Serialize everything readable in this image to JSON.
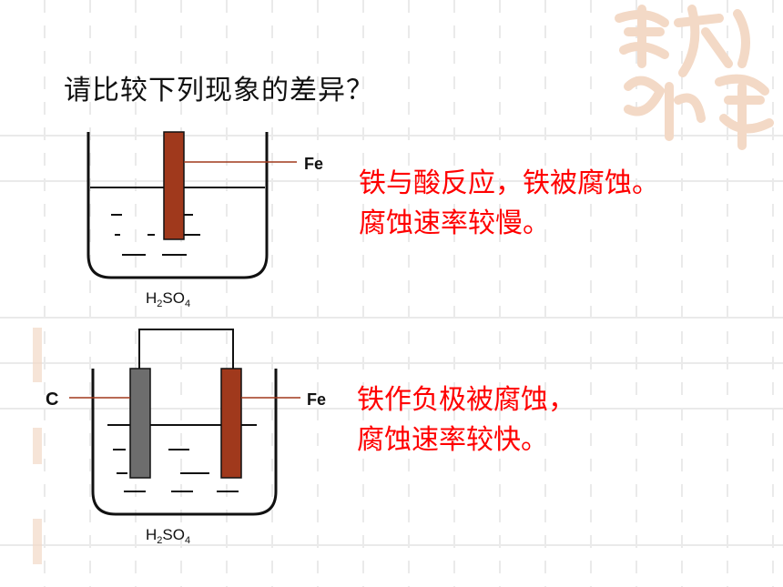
{
  "title": "请比较下列现象的差异？",
  "top_experiment": {
    "electrode_label": "Fe",
    "electrolyte_label": "H2SO4",
    "caption_line1": "铁与酸反应，铁被腐蚀。",
    "caption_line2": "腐蚀速率较慢。"
  },
  "bottom_experiment": {
    "left_electrode_label": "C",
    "right_electrode_label": "Fe",
    "electrolyte_label": "H2SO4",
    "caption_line1": "铁作负极被腐蚀，",
    "caption_line2": "腐蚀速率较快。"
  },
  "colors": {
    "caption": "#ff0000",
    "iron": "#a0391c",
    "carbon": "#6d6d6d",
    "watermark": "#f3d9c6"
  }
}
